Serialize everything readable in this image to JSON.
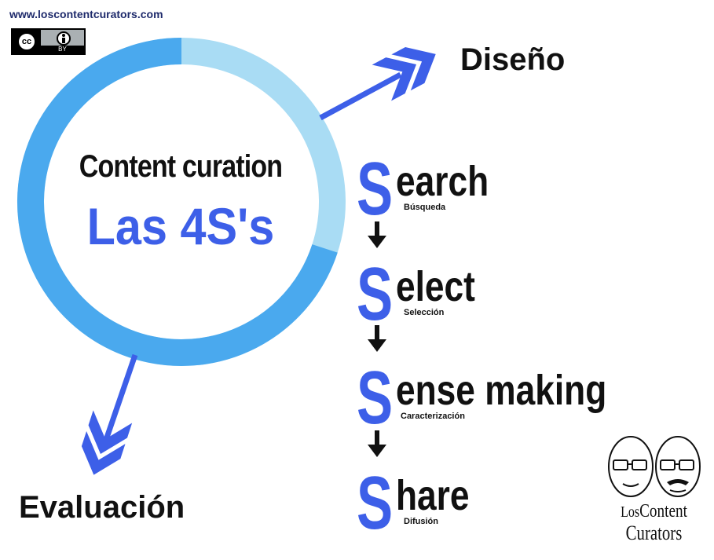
{
  "header": {
    "site_url": "www.loscontentcurators.com",
    "license": {
      "cc_label": "cc",
      "by_label": "BY"
    }
  },
  "ring": {
    "title": "Content curation",
    "subtitle": "Las 4S's",
    "colors": {
      "dark": "#4aa9ee",
      "light": "#a9dcf4",
      "accent": "#3d5fe8"
    },
    "dark_arc_fraction": 0.7
  },
  "branches": {
    "top": {
      "label": "Diseño"
    },
    "bottom": {
      "label": "Evaluación"
    }
  },
  "steps": [
    {
      "letter": "S",
      "word": "earch",
      "sub": "Búsqueda"
    },
    {
      "letter": "S",
      "word": "elect",
      "sub": "Selección"
    },
    {
      "letter": "S",
      "word": "ense making",
      "sub": "Caracterización"
    },
    {
      "letter": "S",
      "word": "hare",
      "sub": "Difusión"
    }
  ],
  "logo": {
    "line1_small": "Los",
    "line1_big": "Content",
    "line2": "Curators"
  }
}
